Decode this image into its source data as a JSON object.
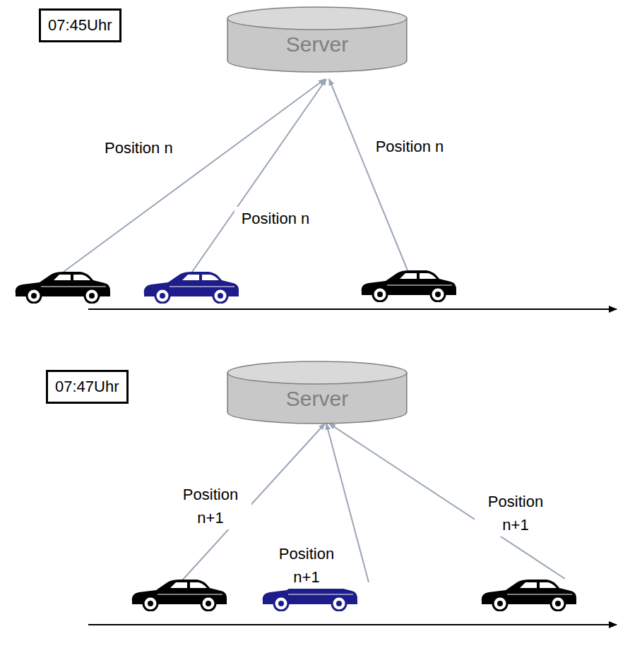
{
  "diagram": {
    "nodes": [
      {
        "text": [
          "07:45Uhr"
        ]
      },
      {
        "text": [
          "Server"
        ]
      },
      {
        "text": [
          "07:47Uhr"
        ]
      },
      {
        "text": [
          "Server"
        ]
      }
    ],
    "labels": [
      "Position n",
      "Position n",
      "Position n",
      "Position n+1",
      "Position n+1",
      "Position n+1"
    ]
  }
}
